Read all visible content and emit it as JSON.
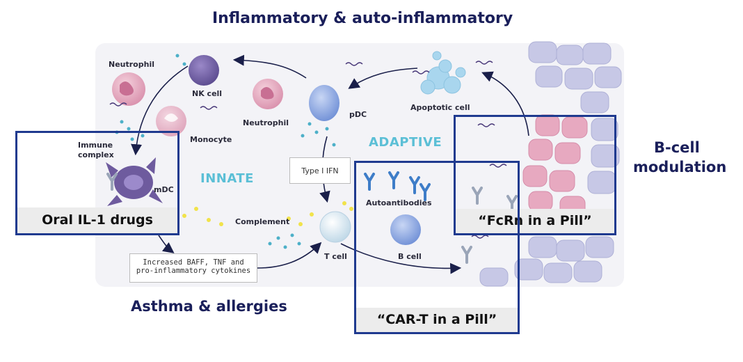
{
  "titles": {
    "top": "Inflammatory & auto-inflammatory",
    "bottom": "Asthma & allergies",
    "right_line1": "B-cell",
    "right_line2": "modulation"
  },
  "zones": {
    "innate": "INNATE",
    "adaptive": "ADAPTIVE"
  },
  "cells": {
    "neutrophil_left": "Neutrophil",
    "nk_cell": "NK cell",
    "monocyte": "Monocyte",
    "immune_complex_1": "Immune",
    "immune_complex_2": "complex",
    "mdc": "mDC",
    "neutrophil_mid": "Neutrophil",
    "pdc": "pDC",
    "apoptotic_cell": "Apoptotic cell",
    "complement": "Complement",
    "t_cell": "T cell",
    "autoantibodies": "Autoantibodies",
    "b_cell": "B cell"
  },
  "notes": {
    "type1_ifn": "Type I IFN",
    "cytokines_line1": "Increased BAFF, TNF and",
    "cytokines_line2": "pro-inflammatory cytokines"
  },
  "callouts": {
    "oral_il1": "Oral IL-1 drugs",
    "fcrn": "“FcRn in a Pill”",
    "car_t": "“CAR-T in a Pill”"
  },
  "colors": {
    "frame_blue": "#1f3a8f",
    "title_navy": "#1a1f5a",
    "zone_cyan": "#5bbfd6",
    "panel_bg": "#f3f3f7"
  }
}
